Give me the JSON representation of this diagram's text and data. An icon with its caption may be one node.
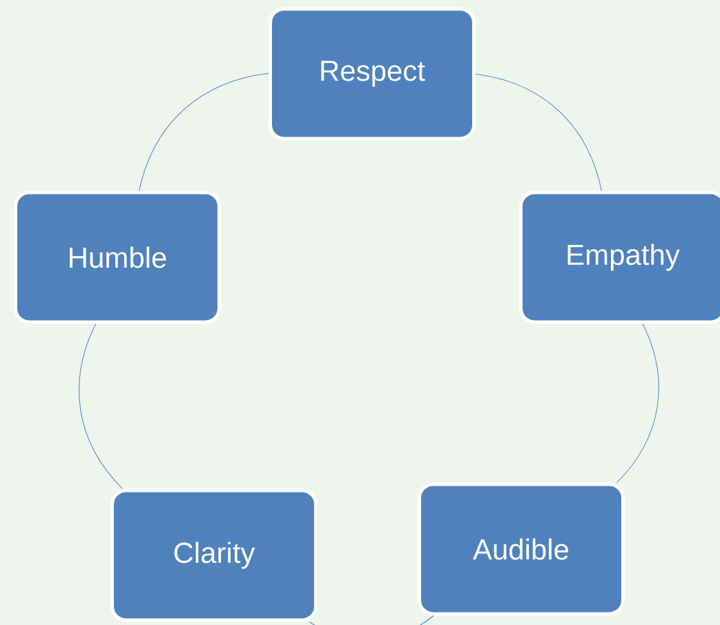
{
  "diagram": {
    "nodes": [
      {
        "text": [
          "Respect"
        ]
      },
      {
        "text": [
          "Humble"
        ]
      },
      {
        "text": [
          "Empathy"
        ]
      },
      {
        "text": [
          "Clarity"
        ]
      },
      {
        "text": [
          "Audible"
        ]
      }
    ],
    "edges": [
      {
        "from": 0,
        "to": 2,
        "arrow": "none"
      },
      {
        "from": 2,
        "to": 4,
        "arrow": "none"
      },
      {
        "from": 4,
        "to": 3,
        "arrow": "none"
      },
      {
        "from": 3,
        "to": 1,
        "arrow": "none"
      },
      {
        "from": 1,
        "to": 0,
        "arrow": "none"
      }
    ]
  }
}
